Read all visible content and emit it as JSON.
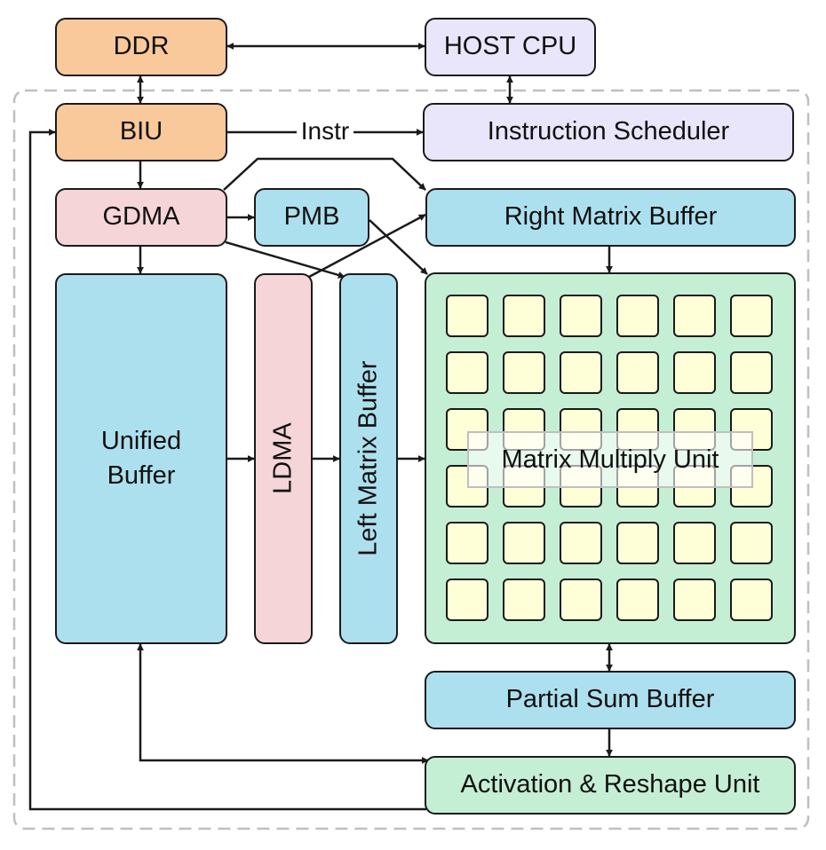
{
  "blocks": {
    "ddr": "DDR",
    "host_cpu": "HOST CPU",
    "biu": "BIU",
    "instruction_scheduler": "Instruction Scheduler",
    "gdma": "GDMA",
    "pmb": "PMB",
    "right_matrix_buffer": "Right Matrix Buffer",
    "unified_buffer_line1": "Unified",
    "unified_buffer_line2": "Buffer",
    "ldma": "LDMA",
    "left_matrix_buffer": "Left Matrix Buffer",
    "matrix_multiply_unit": "Matrix Multiply Unit",
    "partial_sum_buffer": "Partial Sum Buffer",
    "activation_reshape_unit": "Activation & Reshape Unit"
  },
  "edge_labels": {
    "instr": "Instr"
  },
  "pe_grid": {
    "rows": 6,
    "cols": 6
  },
  "colors": {
    "memory": "#f9c99b",
    "host": "#e9e5fb",
    "dma": "#f5d5d8",
    "buffer": "#ade0ee",
    "compute": "#c5efd5",
    "pe_cell": "#fefed7",
    "line": "#1a1a1a",
    "boundary": "#bfbfbf"
  }
}
